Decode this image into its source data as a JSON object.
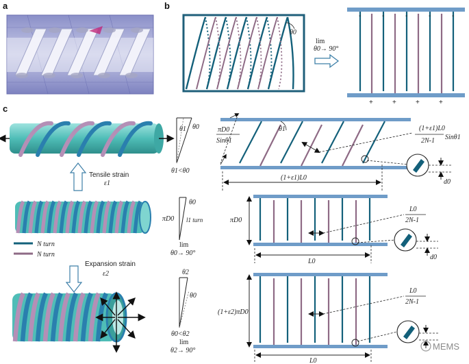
{
  "panel_labels": {
    "a": "a",
    "b": "b",
    "c": "c"
  },
  "panel_b": {
    "angle": "θ0",
    "lim_word": "lim",
    "lim_cond": "θ0→ 90°",
    "minus": "-",
    "plus": "+"
  },
  "panel_c": {
    "tensile_label": "Tensile strain",
    "tensile_symbol": "ε1",
    "expansion_label": "Expansion strain",
    "expansion_symbol": "ε2",
    "legend_teal": "N turn",
    "legend_mauve": "N turn",
    "tri1_theta1": "θ1",
    "tri1_theta0": "θ0",
    "tri1_cond": "θ1<θ0",
    "tri2_theta0": "θ0",
    "tri2_piD0": "πD0",
    "tri2_lturn": "l1 turn",
    "tri2_lim": "lim",
    "tri2_cond": "θ0→ 90°",
    "tri3_theta2": "θ2",
    "tri3_theta0": "θ0",
    "tri3_cond": "θ0<θ2",
    "tri3_lim": "lim",
    "tri3_limcond": "θ2→ 90°",
    "top_pitch_num": "πD0",
    "top_pitch_den": "Sinθ1",
    "top_theta1": "θ1",
    "top_length": "(1+ε1)L0",
    "top_gap_num": "(1+ε1)L0",
    "top_gap_den": "2N-1",
    "top_gap_sin": "Sinθ1",
    "top_d0": "d0",
    "mid_height": "πD0",
    "mid_gap_num": "L0",
    "mid_gap_den": "2N-1",
    "mid_d0": "d0",
    "mid_length": "L0",
    "bot_height": "(1+ε2)πD0",
    "bot_gap_num": "L0",
    "bot_gap_den": "2N-1",
    "bot_length": "L0"
  },
  "watermark": "MEMS",
  "colors": {
    "teal": "#13607a",
    "mauve": "#8e6a85",
    "bar": "#6f9cc8",
    "frame": "#1f5f7a",
    "tube": "#5ec7c2"
  }
}
